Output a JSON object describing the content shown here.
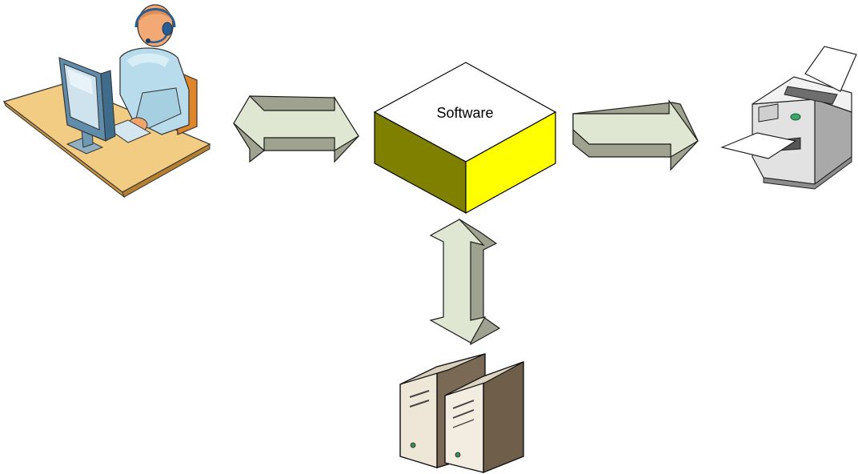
{
  "diagram": {
    "center_node": {
      "label": "Software",
      "icon": "cube-icon",
      "colors": {
        "top": "#ffffff",
        "left_face": "#808000",
        "right_face": "#ffff00"
      }
    },
    "nodes": [
      {
        "id": "operator",
        "icon": "operator-at-computer-icon"
      },
      {
        "id": "printer",
        "icon": "printer-icon"
      },
      {
        "id": "servers",
        "icon": "server-towers-icon"
      }
    ],
    "edges": [
      {
        "from": "operator",
        "to": "software",
        "direction": "bidirectional"
      },
      {
        "from": "software",
        "to": "printer",
        "direction": "forward"
      },
      {
        "from": "software",
        "to": "servers",
        "direction": "bidirectional"
      }
    ],
    "arrow_colors": {
      "face": "#dfe6d2",
      "side": "#9ea28e",
      "outline": "#1a1a1a"
    }
  }
}
